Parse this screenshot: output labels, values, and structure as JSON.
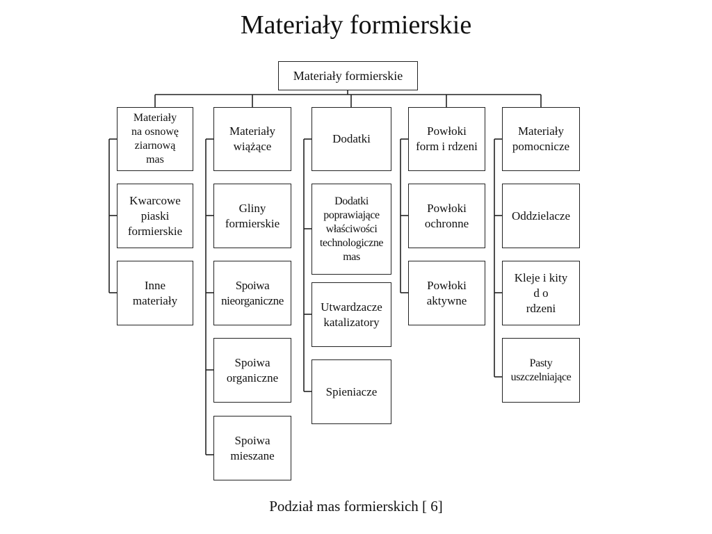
{
  "title": "Materiały formierskie",
  "caption": "Podział mas formierskich [ 6]",
  "root": "Materiały formierskie",
  "columns": [
    {
      "header": "Materiały\nna osnowę\nziarnową\nmas",
      "items": [
        "Kwarcowe\npiaski\nformierskie",
        "Inne\nmateriały"
      ]
    },
    {
      "header": "Materiały\nwiążące",
      "items": [
        "Gliny\nformierskie",
        "Spoiwa\nnieorganiczne",
        "Spoiwa\norganiczne",
        "Spoiwa\nmieszane"
      ]
    },
    {
      "header": "Dodatki",
      "items": [
        "Dodatki\npoprawiające\nwłaściwości\ntechnologiczne\nmas",
        "Utwardzacze\nkatalizatory",
        "Spieniacze"
      ]
    },
    {
      "header": "Powłoki\nform i rdzeni",
      "items": [
        "Powłoki\nochronne",
        "Powłoki\naktywne"
      ]
    },
    {
      "header": "Materiały\npomocnicze",
      "items": [
        "Oddzielacze",
        "Kleje i kity\nd o\nrdzeni",
        "Pasty\nuszczelniające"
      ]
    }
  ]
}
